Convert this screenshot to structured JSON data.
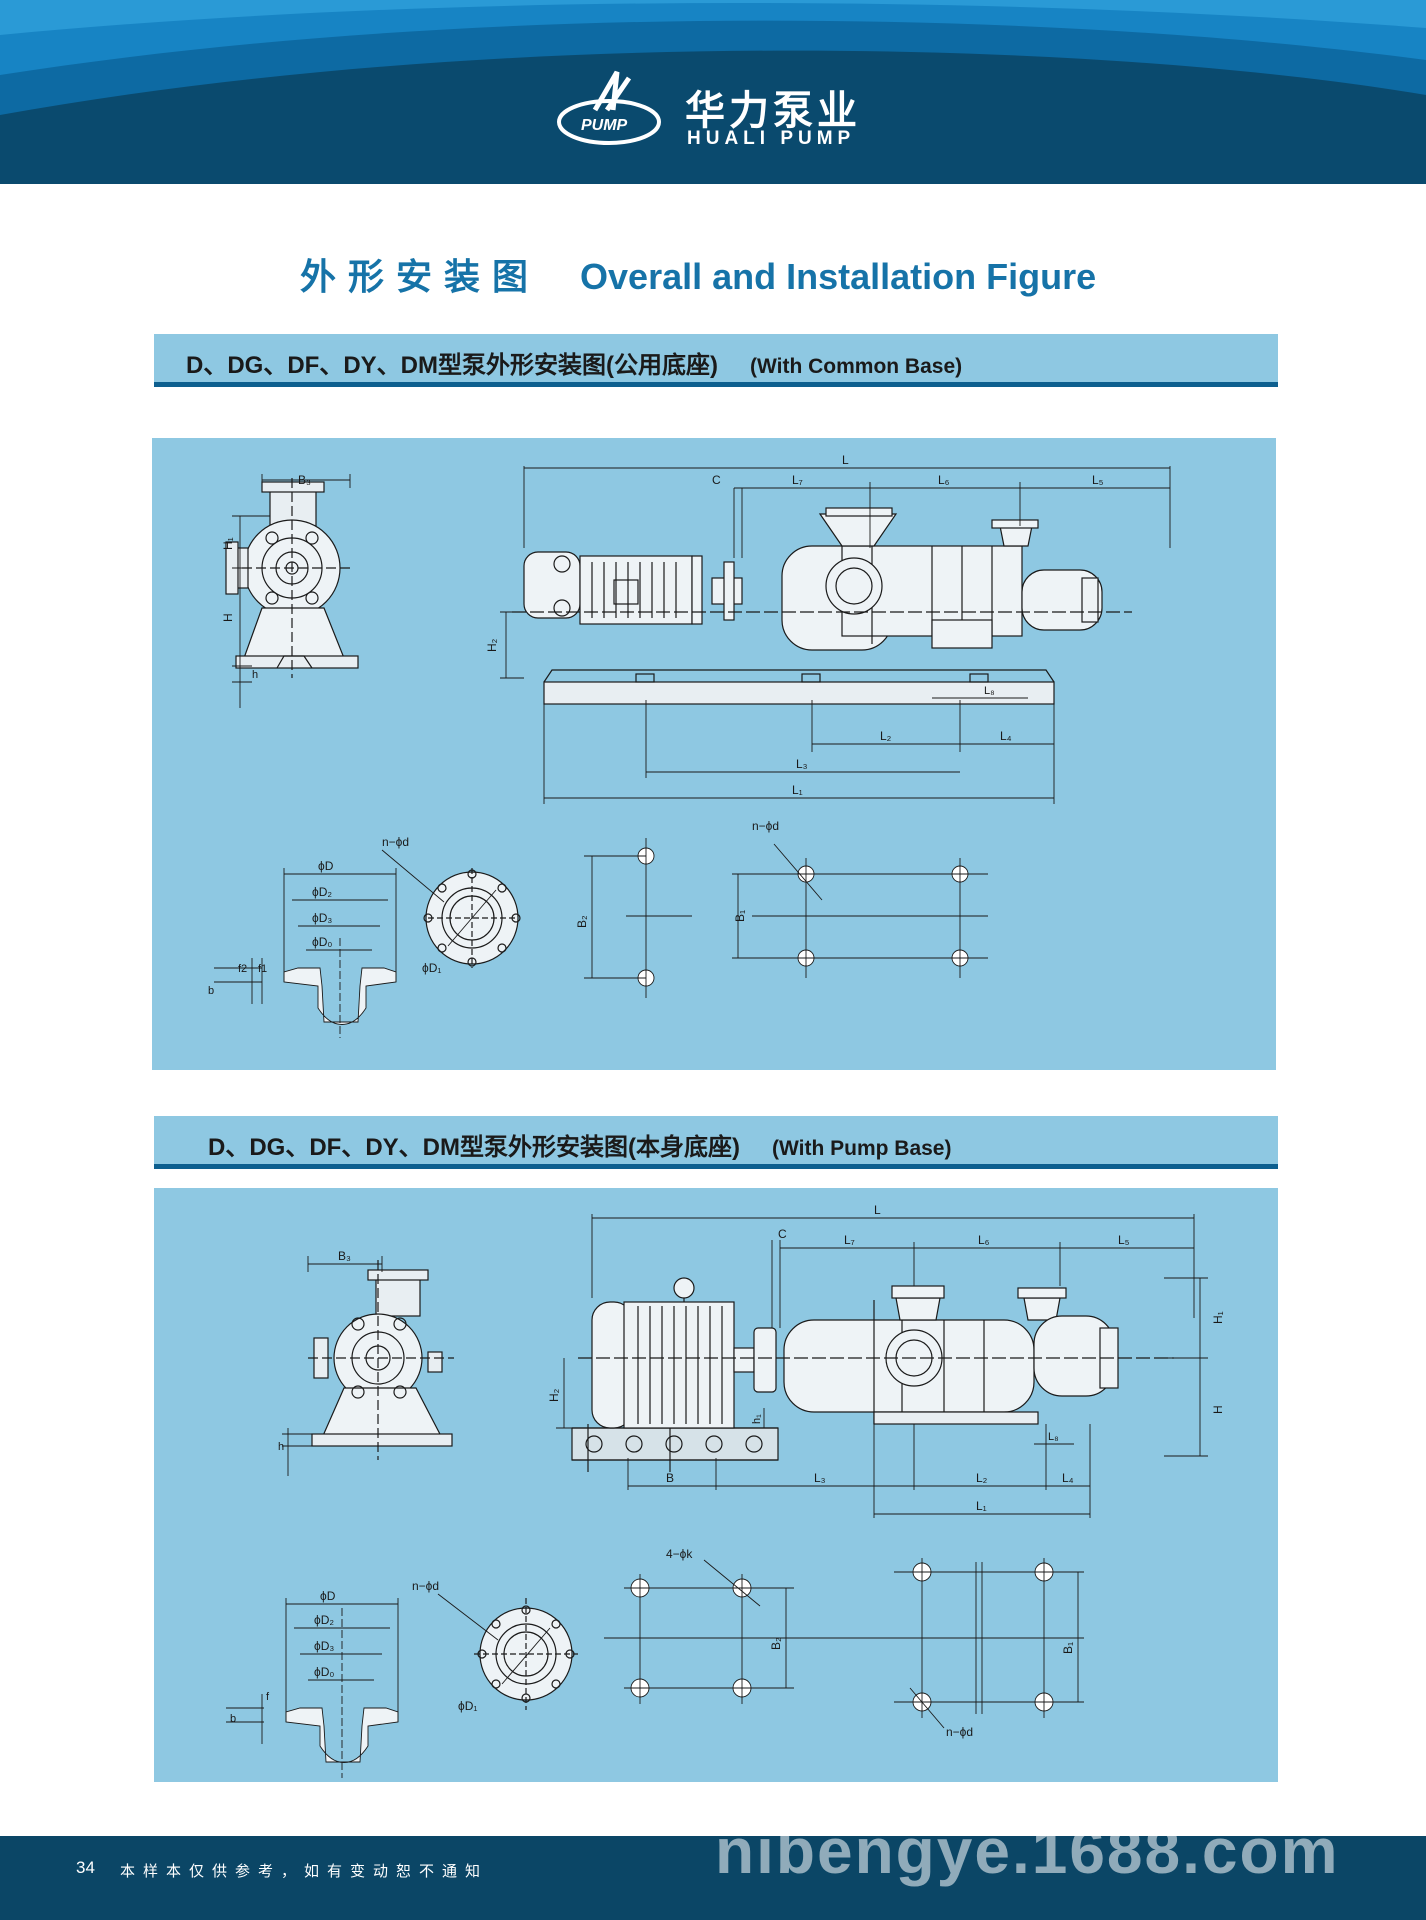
{
  "header": {
    "brand_cn": "华力泵业",
    "brand_en": "HUALI PUMP",
    "logo_text": "PUMP"
  },
  "title": {
    "cn": "外形安装图",
    "en": "Overall and Installation Figure"
  },
  "sections": [
    {
      "title_cn": "D、DG、DF、DY、DM型泵外形安装图(公用底座)",
      "title_en": "(With Common Base)",
      "labels": {
        "b3": "B₃",
        "h1": "H₁",
        "h": "H",
        "h_small": "h",
        "l": "L",
        "c": "C",
        "l7": "L₇",
        "l6": "L₆",
        "l5": "L₅",
        "h2": "H₂",
        "l8": "L₈",
        "l2": "L₂",
        "l4": "L₄",
        "l3": "L₃",
        "l1": "L₁",
        "nd": "n−ϕd",
        "d1": "ϕD₁",
        "d": "ϕD",
        "d2": "ϕD₂",
        "d3": "ϕD₃",
        "d0": "ϕD₀",
        "f2": "f2",
        "f1": "f1",
        "b": "b",
        "b2": "B₂",
        "b1": "B₁",
        "nd2": "n−ϕd"
      }
    },
    {
      "title_cn": "D、DG、DF、DY、DM型泵外形安装图(本身底座)",
      "title_en": "(With Pump Base)",
      "labels": {
        "b3": "B₃",
        "h_small": "h",
        "l": "L",
        "c": "C",
        "l7": "L₇",
        "l6": "L₆",
        "l5": "L₅",
        "h1": "H₁",
        "h": "H",
        "h2": "H₂",
        "h1_small": "h₁",
        "l8": "L₈",
        "b": "B",
        "l3": "L₃",
        "l2": "L₂",
        "l4": "L₄",
        "l1": "L₁",
        "nd": "n−ϕd",
        "d1": "ϕD₁",
        "d": "ϕD",
        "d2": "ϕD₂",
        "d3": "ϕD₃",
        "d0": "ϕD₀",
        "f": "f",
        "b_small": "b",
        "k4": "4−ϕk",
        "b2": "B₂",
        "b1": "B₁",
        "nd2": "n−ϕd"
      }
    }
  ],
  "footer": {
    "page_number": "34",
    "disclaimer": "本样本仅供参考，如有变动恕不通知",
    "watermark": "nibengye.1688.com"
  }
}
